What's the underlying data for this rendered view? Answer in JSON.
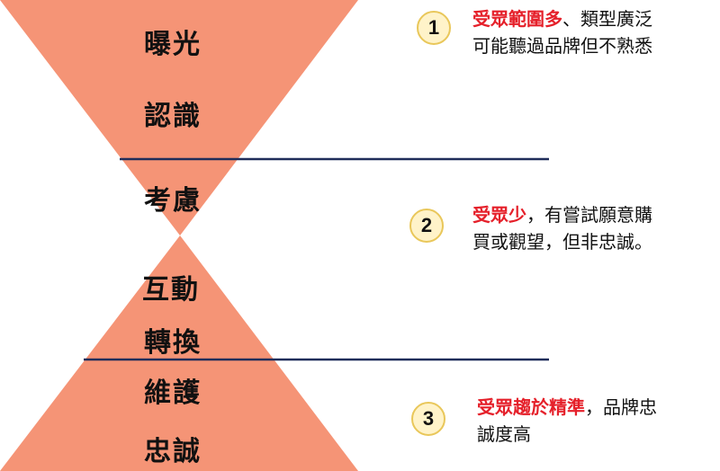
{
  "colors": {
    "funnel_fill": "#f59476",
    "divider": "#1f2d5a",
    "highlight": "#e5202a",
    "badge_fill": "#fff3c9",
    "badge_border": "#e9c75a"
  },
  "stages": [
    "曝光",
    "認識",
    "考慮",
    "互動",
    "轉換",
    "維護",
    "忠誠"
  ],
  "items": [
    {
      "number": "1",
      "highlight": "受眾範圍多",
      "line1_rest": "、類型廣泛",
      "line2": "可能聽過品牌但不熟悉"
    },
    {
      "number": "2",
      "highlight": "受眾少",
      "line1_rest": "，有嘗試願意購",
      "line2": "買或觀望，但非忠誠。"
    },
    {
      "number": "3",
      "highlight": "受眾趨於精準",
      "line1_rest": "，品牌忠",
      "line2": "誠度高"
    }
  ]
}
